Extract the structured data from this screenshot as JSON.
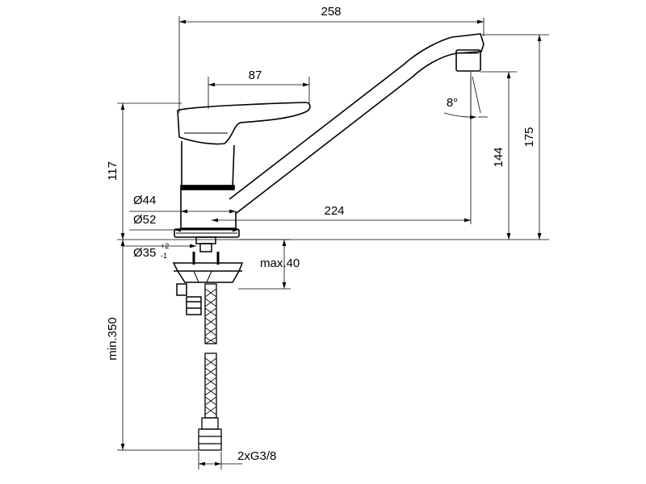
{
  "dimensions": {
    "total_reach": "258",
    "handle_length": "87",
    "spout_angle": "8°",
    "body_height": "117",
    "total_height": "175",
    "spout_height": "144",
    "spout_reach": "224",
    "base_diam_44": "Ø44",
    "base_diam_52": "Ø52",
    "hole_diam": "Ø35",
    "hole_tol_plus": "+2",
    "hole_tol_minus": "-1",
    "max_thickness": "max.40",
    "hose_length": "min.350",
    "connection": "2xG3/8"
  },
  "colors": {
    "line": "#000000",
    "background": "#ffffff"
  }
}
